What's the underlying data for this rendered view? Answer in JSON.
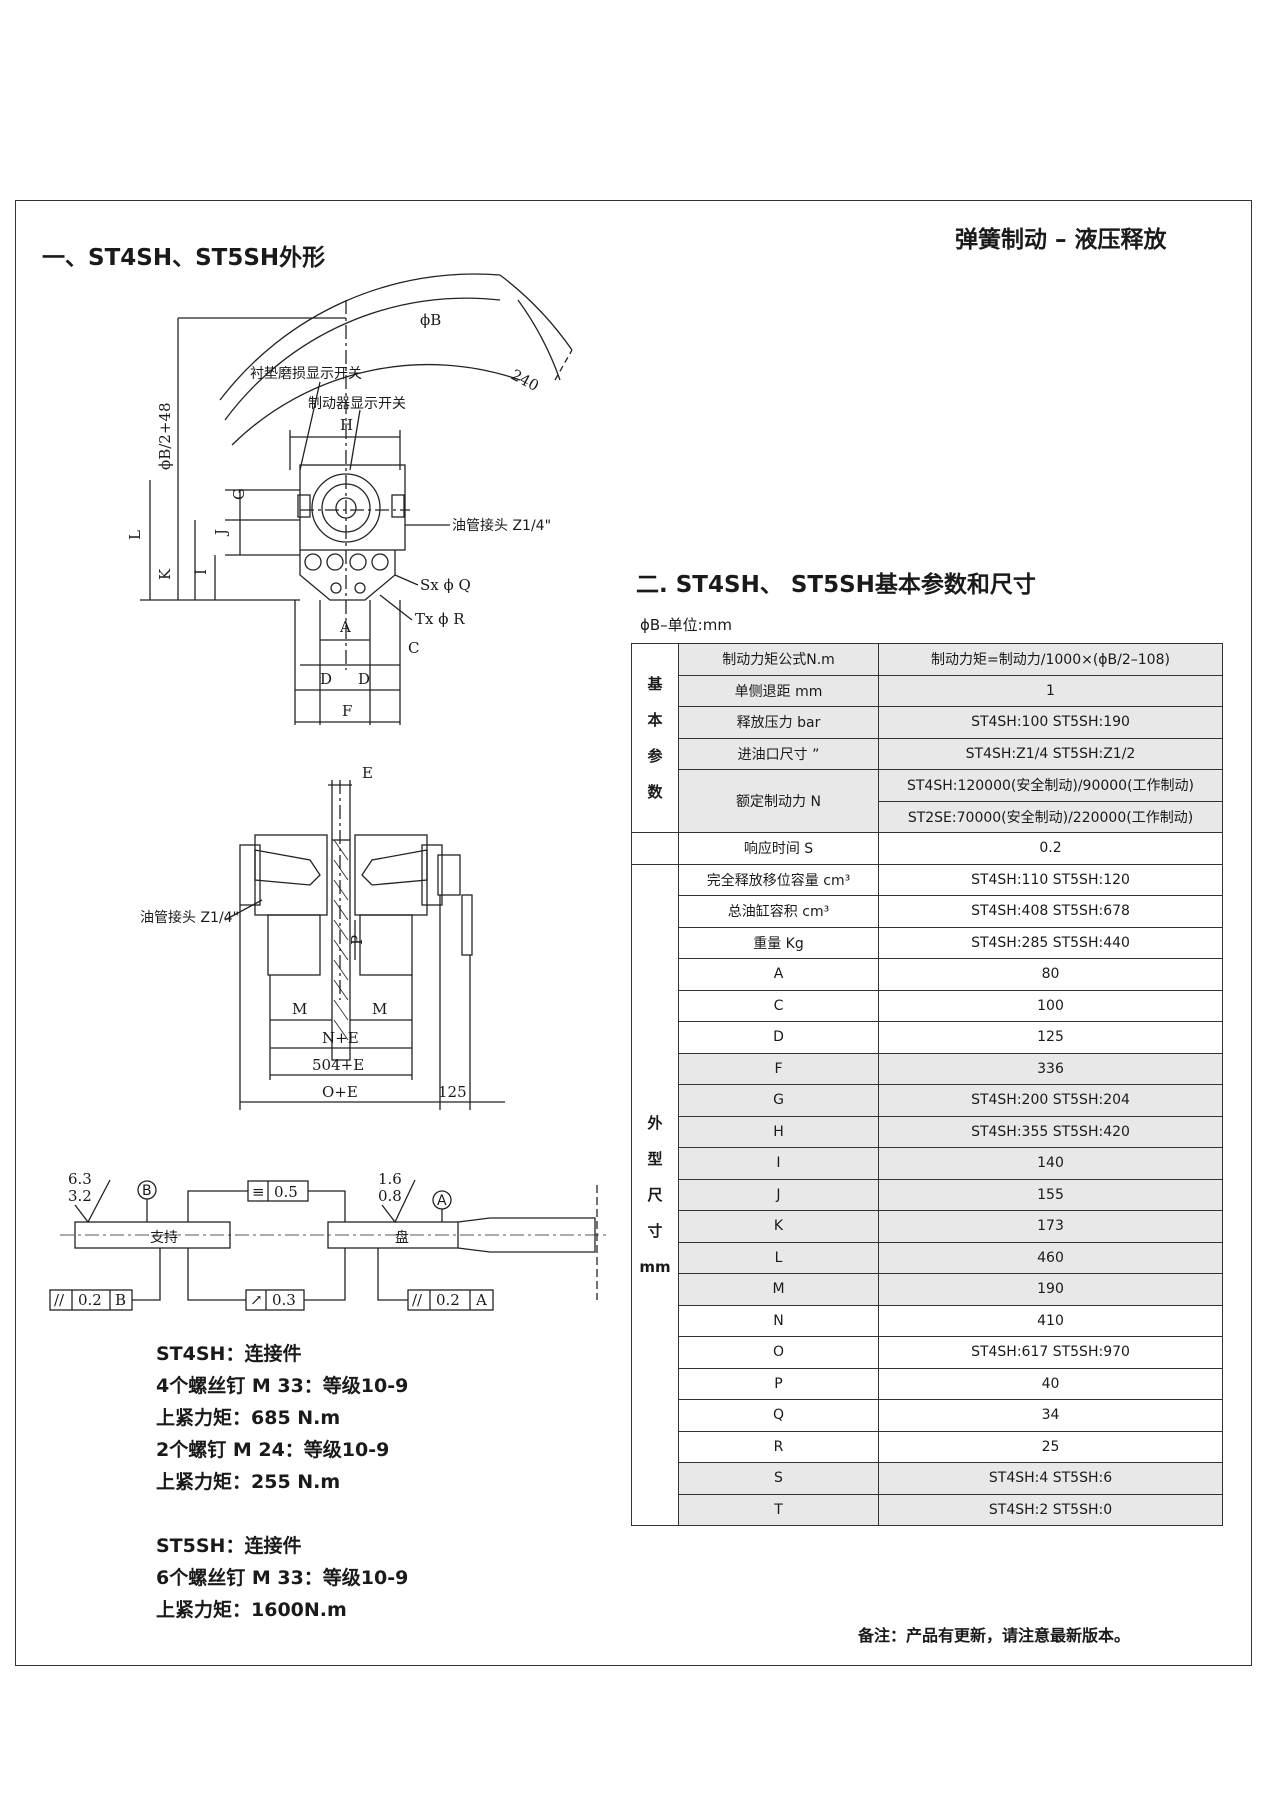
{
  "header": {
    "section1_title": "一、ST4SH、ST5SH外形",
    "top_right_title": "弹簧制动 – 液压释放",
    "section2_title": "二. ST4SH、 ST5SH基本参数和尺寸",
    "unit_note": "ϕB–单位:mm"
  },
  "drawing_labels": {
    "phiB": "ϕB",
    "r240": "240",
    "lining_switch": "衬垫磨损显示开关",
    "brake_switch": "制动器显示开关",
    "H": "H",
    "phiB_plus": "ϕB/2+48",
    "G": "G",
    "J": "J",
    "L": "L",
    "K": "K",
    "I": "I",
    "oil_connector": "油管接头 Z1/4\"",
    "SxQ": "Sx ϕ Q",
    "TxR": "Tx ϕ R",
    "A": "A",
    "C": "C",
    "D1": "D",
    "D2": "D",
    "F": "F",
    "E": "E",
    "oil_connector2": "油管接头 Z1/4\"",
    "P": "P",
    "M1": "M",
    "M2": "M",
    "NE": "N+E",
    "504E": "504+E",
    "OE": "O+E",
    "d125": "125",
    "r63": "6.3",
    "r32": "3.2",
    "r16": "1.6",
    "r08": "0.8",
    "datumB": "B",
    "datumA": "A",
    "tol_sym": "0.5",
    "support": "支持",
    "disc": "盘",
    "par_B_val": "0.2",
    "par_B_ref": "B",
    "runout": "0.3",
    "par_A_val": "0.2",
    "par_A_ref": "A"
  },
  "notes": {
    "st4sh_title": "ST4SH：连接件",
    "st4sh_l1": "4个螺丝钉 M 33：等级10-9",
    "st4sh_l2": "上紧力矩：685 N.m",
    "st4sh_l3": "2个螺钉 M 24：等级10-9",
    "st4sh_l4": "上紧力矩：255 N.m",
    "st5sh_title": "ST5SH：连接件",
    "st5sh_l1": "6个螺丝钉 M 33：等级10-9",
    "st5sh_l2": "上紧力矩：1600N.m"
  },
  "table": {
    "group_basic": [
      "基",
      "本",
      "参",
      "数"
    ],
    "group_outer": [
      "外",
      "型",
      "尺",
      "寸",
      "mm"
    ],
    "basic_rows": [
      {
        "p": "制动力矩公式N.m",
        "v": "制动力矩=制动力/1000×(ϕB/2–108)"
      },
      {
        "p": "单侧退距  mm",
        "v": "1"
      },
      {
        "p": "释放压力  bar",
        "v": "ST4SH:100    ST5SH:190"
      },
      {
        "p": "进油口尺寸 ”",
        "v": "ST4SH:Z1/4    ST5SH:Z1/2"
      },
      {
        "p": "额定制动力  N",
        "v": "ST4SH:120000(安全制动)/90000(工作制动)"
      },
      {
        "v": "ST2SE:70000(安全制动)/220000(工作制动)"
      }
    ],
    "response_row": {
      "p": "响应时间  S",
      "v": "0.2"
    },
    "outer_rows": [
      {
        "p": "完全释放移位容量 cm³",
        "v": "ST4SH:110    ST5SH:120"
      },
      {
        "p": "总油缸容积  cm³",
        "v": "ST4SH:408    ST5SH:678"
      },
      {
        "p": "重量  Kg",
        "v": "ST4SH:285    ST5SH:440"
      },
      {
        "p": "A",
        "v": "80"
      },
      {
        "p": "C",
        "v": "100"
      },
      {
        "p": "D",
        "v": "125"
      },
      {
        "p": "F",
        "v": "336"
      },
      {
        "p": "G",
        "v": "ST4SH:200    ST5SH:204"
      },
      {
        "p": "H",
        "v": "ST4SH:355    ST5SH:420"
      },
      {
        "p": "I",
        "v": "140"
      },
      {
        "p": "J",
        "v": "155"
      },
      {
        "p": "K",
        "v": "173"
      },
      {
        "p": "L",
        "v": "460"
      },
      {
        "p": "M",
        "v": "190"
      },
      {
        "p": "N",
        "v": "410"
      },
      {
        "p": "O",
        "v": "ST4SH:617    ST5SH:970"
      },
      {
        "p": "P",
        "v": "40"
      },
      {
        "p": "Q",
        "v": "34"
      },
      {
        "p": "R",
        "v": "25"
      },
      {
        "p": "S",
        "v": "ST4SH:4    ST5SH:6"
      },
      {
        "p": "T",
        "v": "ST4SH:2    ST5SH:0"
      }
    ]
  },
  "footnote": "备注：产品有更新，请注意最新版本。"
}
